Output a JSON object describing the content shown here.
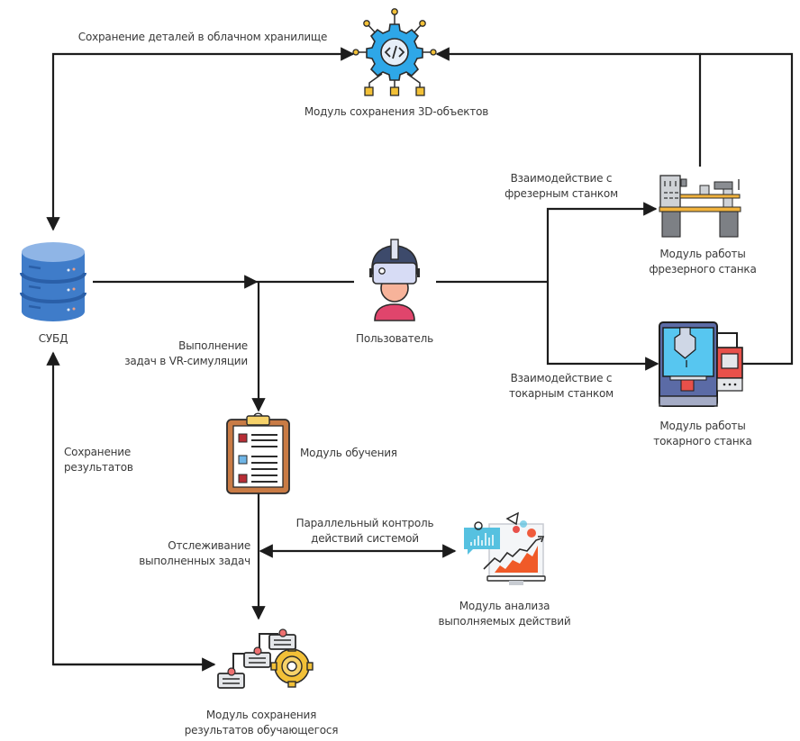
{
  "diagram": {
    "colors": {
      "line": "#1c1c1c",
      "text": "#3a3a3a",
      "db_blue": "#4a86d0",
      "gear_blue": "#2ea7e8",
      "accent_yellow": "#f2c037",
      "accent_red": "#e8504a",
      "person_pink": "#e0456c"
    },
    "nodes": {
      "storage_3d": {
        "label": "Модуль сохранения 3D-объектов",
        "icon": "gear-code-network-icon"
      },
      "dbms": {
        "label": "СУБД",
        "icon": "database-icon"
      },
      "user": {
        "label": "Пользователь",
        "icon": "vr-headset-user-icon"
      },
      "milling": {
        "label_line1": "Модуль работы",
        "label_line2": "фрезерного станка",
        "icon": "milling-machine-icon"
      },
      "lathe": {
        "label_line1": "Модуль работы",
        "label_line2": "токарного станка",
        "icon": "cnc-machine-icon"
      },
      "learning": {
        "label": "Модуль обучения",
        "icon": "clipboard-checklist-icon"
      },
      "analysis": {
        "label_line1": "Модуль анализа",
        "label_line2": "выполняемых действий",
        "icon": "analytics-monitor-icon"
      },
      "results": {
        "label_line1": "Модуль сохранения",
        "label_line2": "результатов обучающегося",
        "icon": "hierarchy-gear-icon"
      }
    },
    "edges": {
      "cloud_save": "Сохранение деталей в облачном хранилище",
      "vr_tasks_1": "Выполнение",
      "vr_tasks_2": "задач в VR-симуляции",
      "milling_interact_1": "Взаимодействие с",
      "milling_interact_2": "фрезерным станком",
      "lathe_interact_1": "Взаимодействие с",
      "lathe_interact_2": "токарным станком",
      "save_results_1": "Сохранение",
      "save_results_2": "результатов",
      "parallel_control_1": "Параллельный контроль",
      "parallel_control_2": "действий системой",
      "tracking_1": "Отслеживание",
      "tracking_2": "выполненных задач"
    }
  }
}
